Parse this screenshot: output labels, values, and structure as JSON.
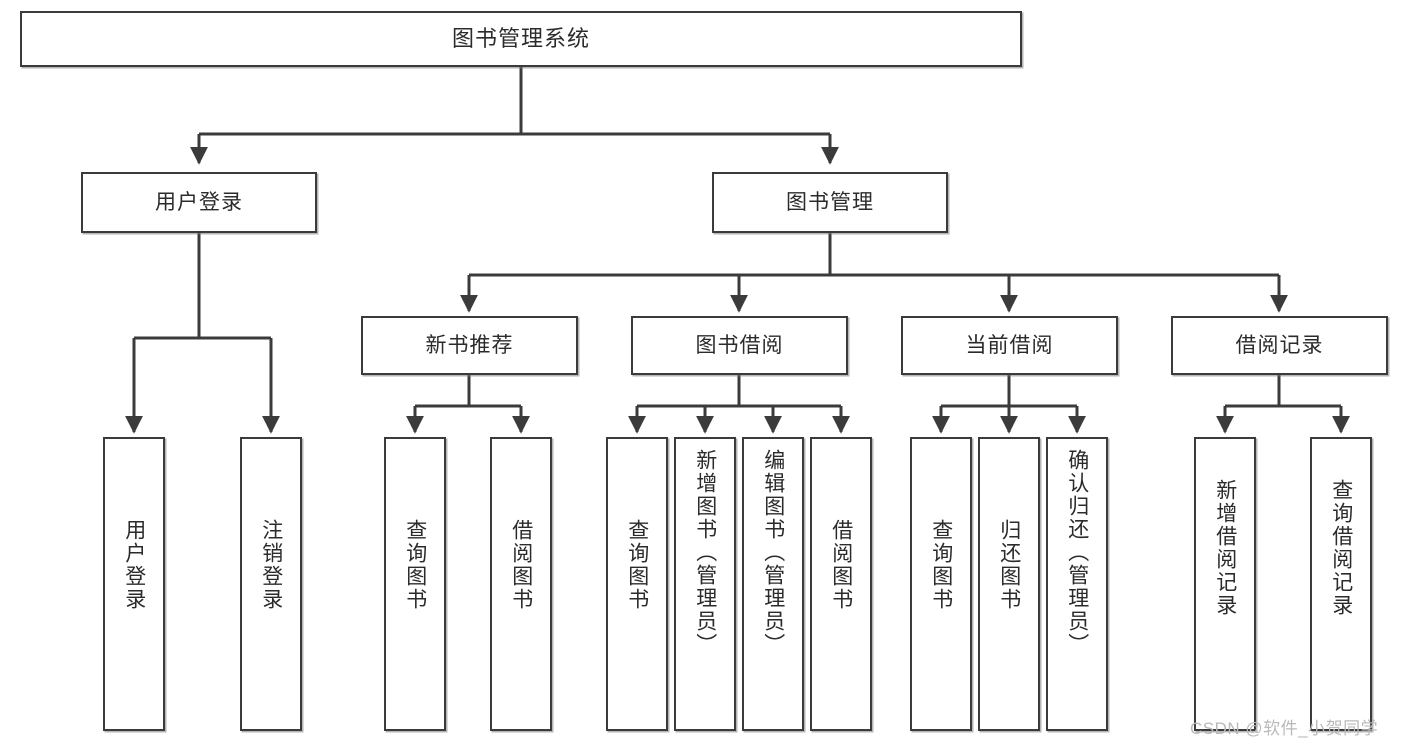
{
  "diagram": {
    "title": "图书管理系统",
    "watermark": "CSDN @软件_小贺同学",
    "line_color": "#3b3b3b",
    "box_border_color": "#3b3b3b",
    "box_fill_color": "#ffffff",
    "text_color": "#2b2b2b",
    "watermark_color": "#b9b9b9"
  },
  "nodes": {
    "root": {
      "label": "图书管理系统"
    },
    "level2": [
      {
        "label": "用户登录"
      },
      {
        "label": "图书管理"
      }
    ],
    "level3": [
      {
        "label": "新书推荐"
      },
      {
        "label": "图书借阅"
      },
      {
        "label": "当前借阅"
      },
      {
        "label": "借阅记录"
      }
    ],
    "leaves": {
      "user_login": [
        {
          "label": "用户登录"
        },
        {
          "label": "注销登录"
        }
      ],
      "new_book_recommend": [
        {
          "label": "查询图书"
        },
        {
          "label": "借阅图书"
        }
      ],
      "book_borrow": [
        {
          "label": "查询图书"
        },
        {
          "label": "新增图书（管理员）"
        },
        {
          "label": "编辑图书（管理员）"
        },
        {
          "label": "借阅图书"
        }
      ],
      "current_borrow": [
        {
          "label": "查询图书"
        },
        {
          "label": "归还图书"
        },
        {
          "label": "确认归还（管理员）"
        }
      ],
      "borrow_record": [
        {
          "label": "新增借阅记录"
        },
        {
          "label": "查询借阅记录"
        }
      ]
    }
  }
}
